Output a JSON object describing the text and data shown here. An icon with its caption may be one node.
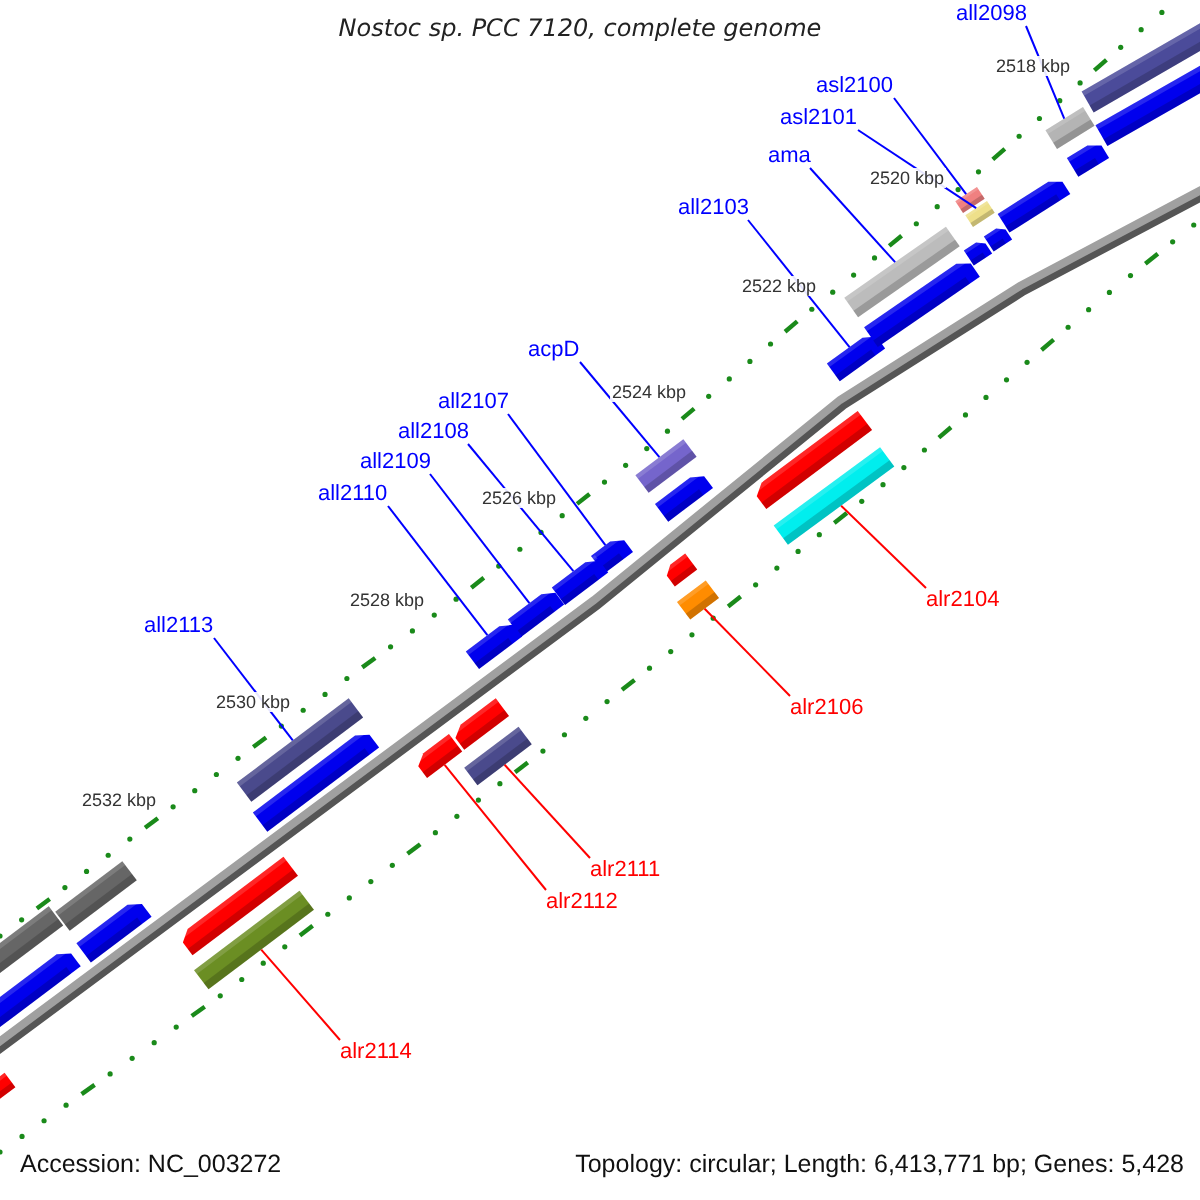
{
  "diagram": {
    "title": "Nostoc sp. PCC 7120, complete genome",
    "nodes": [
      {
        "text": [
          "all2098"
        ]
      },
      {
        "text": [
          "asl2100"
        ]
      },
      {
        "text": [
          "asl2101"
        ]
      },
      {
        "text": [
          "ama"
        ]
      },
      {
        "text": [
          "all2103"
        ]
      },
      {
        "text": [
          "acpD"
        ]
      },
      {
        "text": [
          "all2107"
        ]
      },
      {
        "text": [
          "all2108"
        ]
      },
      {
        "text": [
          "all2109"
        ]
      },
      {
        "text": [
          "all2110"
        ]
      },
      {
        "text": [
          "all2113"
        ]
      },
      {
        "text": [
          "alr2104"
        ]
      },
      {
        "text": [
          "alr2106"
        ]
      },
      {
        "text": [
          "alr2111"
        ]
      },
      {
        "text": [
          "alr2112"
        ]
      },
      {
        "text": [
          "alr2114"
        ]
      },
      {
        "text": [],
        "shape": "bar"
      },
      {
        "text": [],
        "shape": "bar"
      },
      {
        "text": [],
        "shape": "bar"
      },
      {
        "text": [],
        "shape": "bar"
      },
      {
        "text": [],
        "shape": "bar"
      },
      {
        "text": [],
        "shape": "bar"
      },
      {
        "text": [],
        "shape": "bar"
      },
      {
        "text": [],
        "shape": "bar"
      },
      {
        "text": [],
        "shape": "bar"
      },
      {
        "text": [],
        "shape": "bar"
      },
      {
        "text": [],
        "shape": "bar"
      },
      {
        "text": [],
        "shape": "bar"
      },
      {
        "text": [],
        "shape": "bar"
      },
      {
        "text": [],
        "shape": "bar"
      },
      {
        "text": [],
        "shape": "bar"
      },
      {
        "text": [],
        "shape": "bar"
      },
      {
        "text": [],
        "shape": "bar"
      },
      {
        "text": [],
        "shape": "bar"
      },
      {
        "text": [],
        "shape": "bar"
      },
      {
        "text": [],
        "shape": "bar"
      },
      {
        "text": [],
        "shape": "bar"
      },
      {
        "text": [],
        "shape": "bar"
      },
      {
        "text": [],
        "shape": "bar"
      },
      {
        "text": [],
        "shape": "bar"
      },
      {
        "text": [],
        "shape": "bar"
      },
      {
        "text": [],
        "shape": "bar"
      },
      {
        "text": [],
        "shape": "bar"
      },
      {
        "text": [],
        "shape": "bar"
      },
      {
        "text": [],
        "shape": "bar"
      },
      {
        "text": [],
        "shape": "bar"
      },
      {
        "text": [],
        "shape": "bar"
      },
      {
        "text": [],
        "shape": "bar"
      },
      {
        "text": [],
        "shape": "bar"
      },
      {
        "text": [],
        "shape": "bar"
      }
    ],
    "edges": [
      {
        "from": 0,
        "to": 16,
        "arrow": "none"
      },
      {
        "from": 1,
        "to": 17,
        "arrow": "none"
      },
      {
        "from": 2,
        "to": 18,
        "arrow": "none"
      },
      {
        "from": 3,
        "to": 19,
        "arrow": "none"
      },
      {
        "from": 4,
        "to": 20,
        "arrow": "none"
      },
      {
        "from": 5,
        "to": 21,
        "arrow": "none"
      },
      {
        "from": 6,
        "to": 22,
        "arrow": "none"
      },
      {
        "from": 7,
        "to": 23,
        "arrow": "none"
      },
      {
        "from": 8,
        "to": 24,
        "arrow": "none"
      },
      {
        "from": 9,
        "to": 25,
        "arrow": "none"
      },
      {
        "from": 10,
        "to": 26,
        "arrow": "none"
      },
      {
        "from": 11,
        "to": 27,
        "arrow": "none",
        "color": "#ff0000"
      },
      {
        "from": 12,
        "to": 28,
        "arrow": "none",
        "color": "#ff0000"
      },
      {
        "from": 13,
        "to": 29,
        "arrow": "none",
        "color": "#ff0000"
      },
      {
        "from": 14,
        "to": 30,
        "arrow": "none",
        "color": "#ff0000"
      },
      {
        "from": 15,
        "to": 31,
        "arrow": "none",
        "color": "#ff0000"
      }
    ],
    "labels": [
      "2518 kbp",
      "2520 kbp",
      "2522 kbp",
      "2524 kbp",
      "2526 kbp",
      "2528 kbp",
      "2530 kbp",
      "2532 kbp",
      "Accession: NC_003272",
      "Topology: circular; Length: 6,413,771 bp; Genes: 5,428"
    ]
  }
}
